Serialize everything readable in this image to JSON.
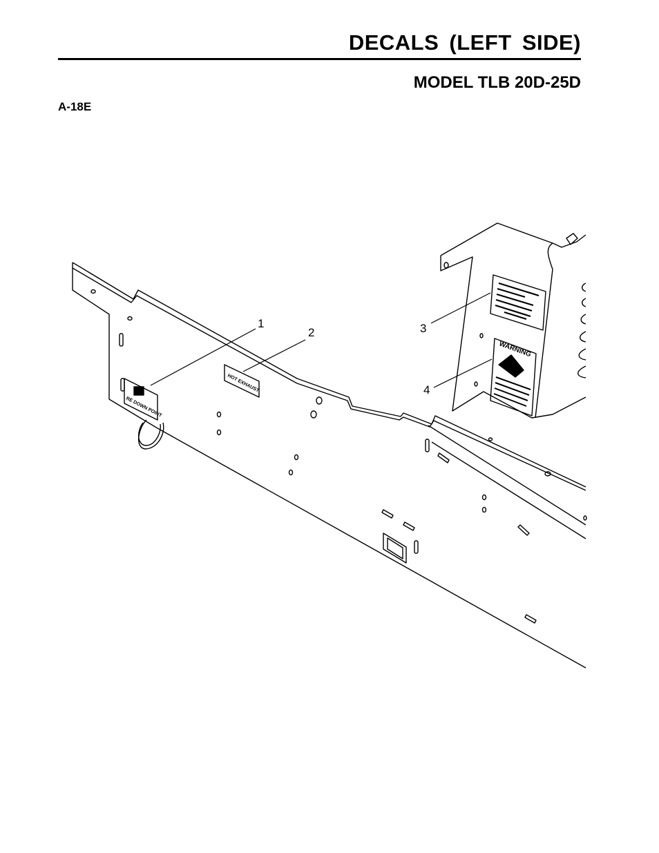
{
  "header": {
    "title": "DECALS (LEFT SIDE)",
    "subtitle": "MODEL TLB 20D-25D",
    "code": "A-18E"
  },
  "diagram": {
    "callouts": [
      "1",
      "2",
      "3",
      "4"
    ],
    "decal_texts": {
      "decal_1": "RE DOWN POINT",
      "decal_2": "HOT EXHAUST",
      "decal_4": "WARNING"
    }
  }
}
